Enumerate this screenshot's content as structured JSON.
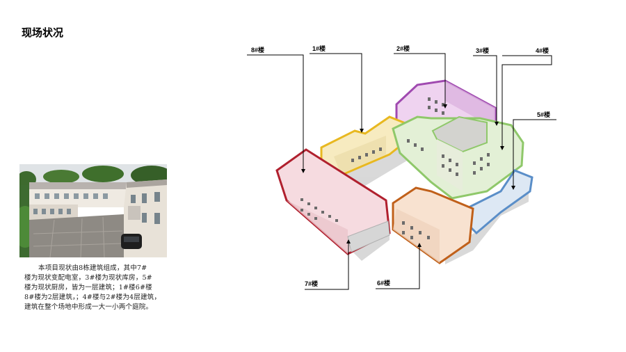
{
  "page": {
    "title": "现场状况"
  },
  "description": {
    "lines": [
      "本项目现状由8栋建筑组成，其中7#",
      "楼为现状变配电室，3#楼为现状库房，5#",
      "楼为现状厨房，皆为一层建筑；1#楼6#楼",
      "8#楼为2层建筑，；4#楼与2#楼为4层建筑，",
      "建筑在整个场地中形成一大一小两个庭院。"
    ]
  },
  "diagram": {
    "labels": {
      "b8": "8#楼",
      "b1": "1#楼",
      "b2": "2#楼",
      "b3": "3#楼",
      "b4": "4#楼",
      "b5": "5#楼",
      "b7": "7#楼",
      "b6": "6#楼"
    },
    "colors": {
      "b8": "#b0202e",
      "b1": "#e8b820",
      "b2": "#a04ab0",
      "b4": "#8fc86a",
      "b5": "#5a8ec8",
      "b6": "#c0601a"
    }
  }
}
